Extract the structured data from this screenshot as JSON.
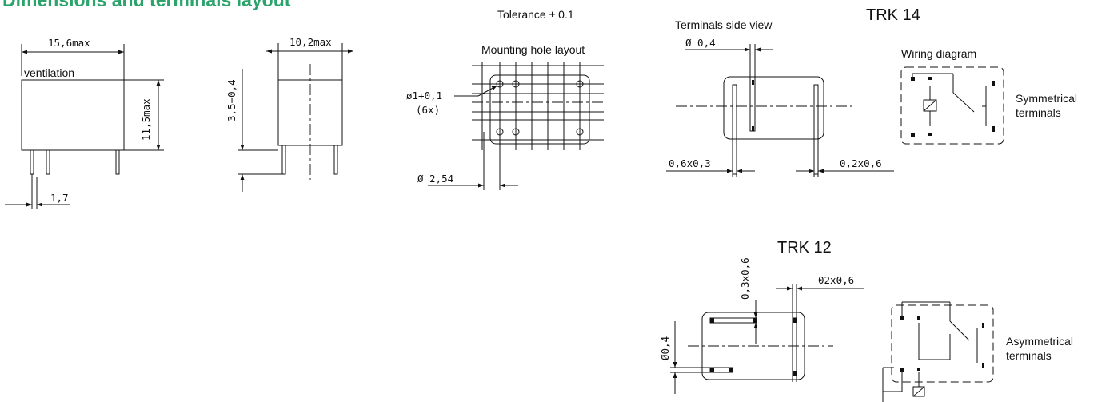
{
  "title": "Dimensions and terminals layout",
  "colors": {
    "title": "#2ba36b",
    "ink": "#111111"
  },
  "side_view": {
    "width_label": "15,6max",
    "vent_label": "ventilation",
    "height_label": "11,5max",
    "pitch_label": "1,7"
  },
  "end_view": {
    "width_label": "10,2max",
    "pin_length_label": "3,5−0,4"
  },
  "hole_layout": {
    "tolerance": "Tolerance ± 0.1",
    "caption": "Mounting hole layout",
    "hole_label": "ø1+0,1",
    "count_label": "(6x)",
    "pitch_label": "Ø 2,54"
  },
  "trk14": {
    "title": "TRK 14",
    "side_caption": "Terminals side view",
    "dia_label": "Ø 0,4",
    "left_term_label": "0,6x0,3",
    "right_term_label": "0,2x0,6",
    "wiring_caption": "Wiring diagram",
    "note_line1": "Symmetrical",
    "note_line2": "terminals"
  },
  "trk12": {
    "title": "TRK 12",
    "top_term_label": "0,3x0,6",
    "right_term_label": "02x0,6",
    "dia_label": "Ø0,4",
    "note_line1": "Asymmetrical",
    "note_line2": "terminals"
  }
}
